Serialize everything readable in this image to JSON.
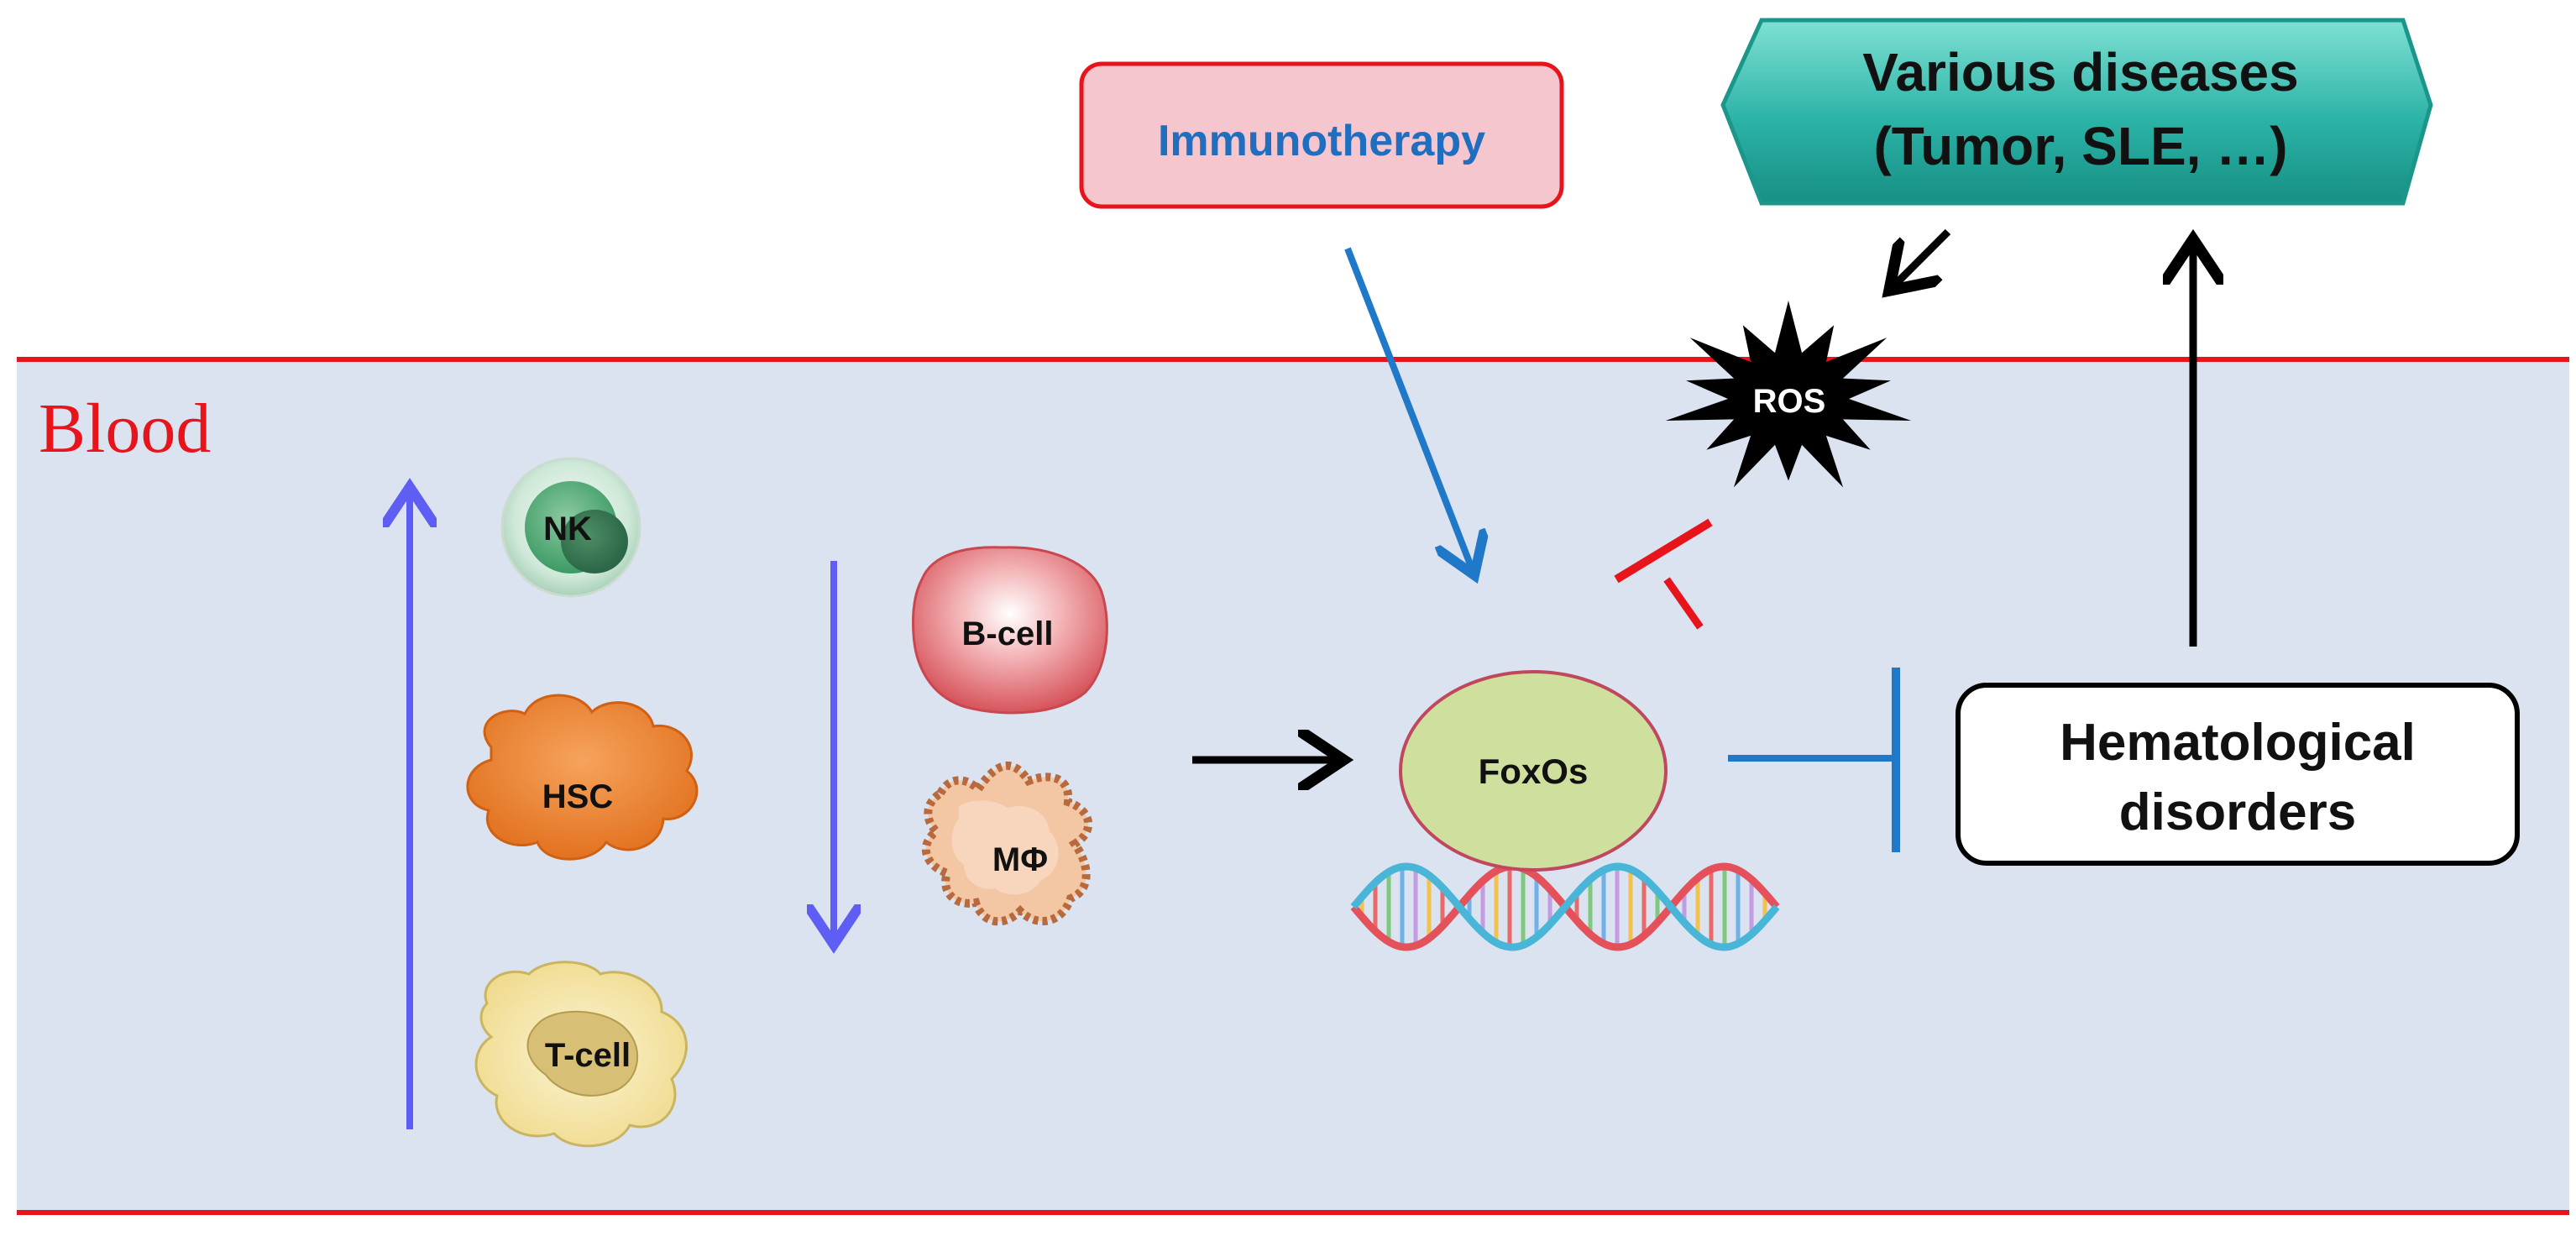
{
  "region": {
    "label": "Blood"
  },
  "cells": {
    "nk": "NK",
    "hsc": "HSC",
    "tcell": "T-cell",
    "bcell": "B-cell",
    "macrophage": "MΦ"
  },
  "nodes": {
    "foxos": "FoxOs",
    "immunotherapy": "Immunotherapy",
    "ros": "ROS",
    "diseases_line1": "Various diseases",
    "diseases_line2": "(Tumor, SLE, …)",
    "disorders_line1": "Hematological",
    "disorders_line2": "disorders"
  },
  "colors": {
    "blood_fill": "#dbe3f0",
    "blood_border": "#e8141b",
    "blood_label": "#e8141b",
    "immunotherapy_fill": "#f5c6ce",
    "immunotherapy_border": "#e8141b",
    "immunotherapy_text": "#1f6ebf",
    "diseases_fill": "#2bb3a6",
    "foxos_fill": "#cfdf9e",
    "foxos_border": "#c0485e",
    "cell_arrow": "#5e5ef5",
    "inhibit_blue": "#1f78c8",
    "inhibit_red": "#e8141b",
    "activate_black": "#000000"
  }
}
